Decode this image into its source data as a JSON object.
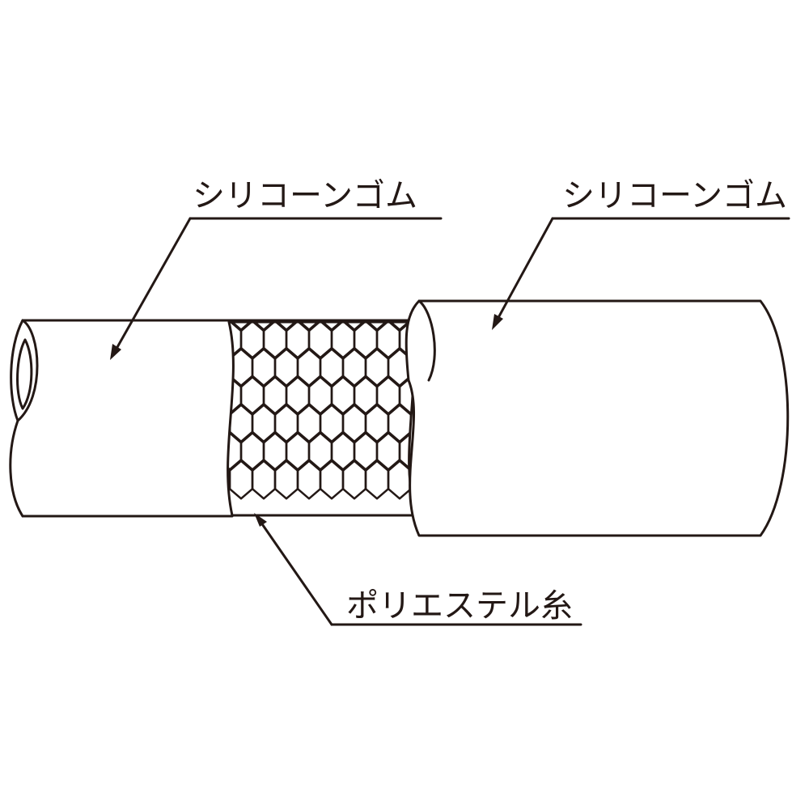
{
  "diagram": {
    "labels": {
      "inner_layer": "シリコーンゴム",
      "outer_layer": "シリコーンゴム",
      "reinforcement": "ポリエステル糸"
    },
    "colors": {
      "line": "#231815",
      "background": "#ffffff"
    }
  }
}
